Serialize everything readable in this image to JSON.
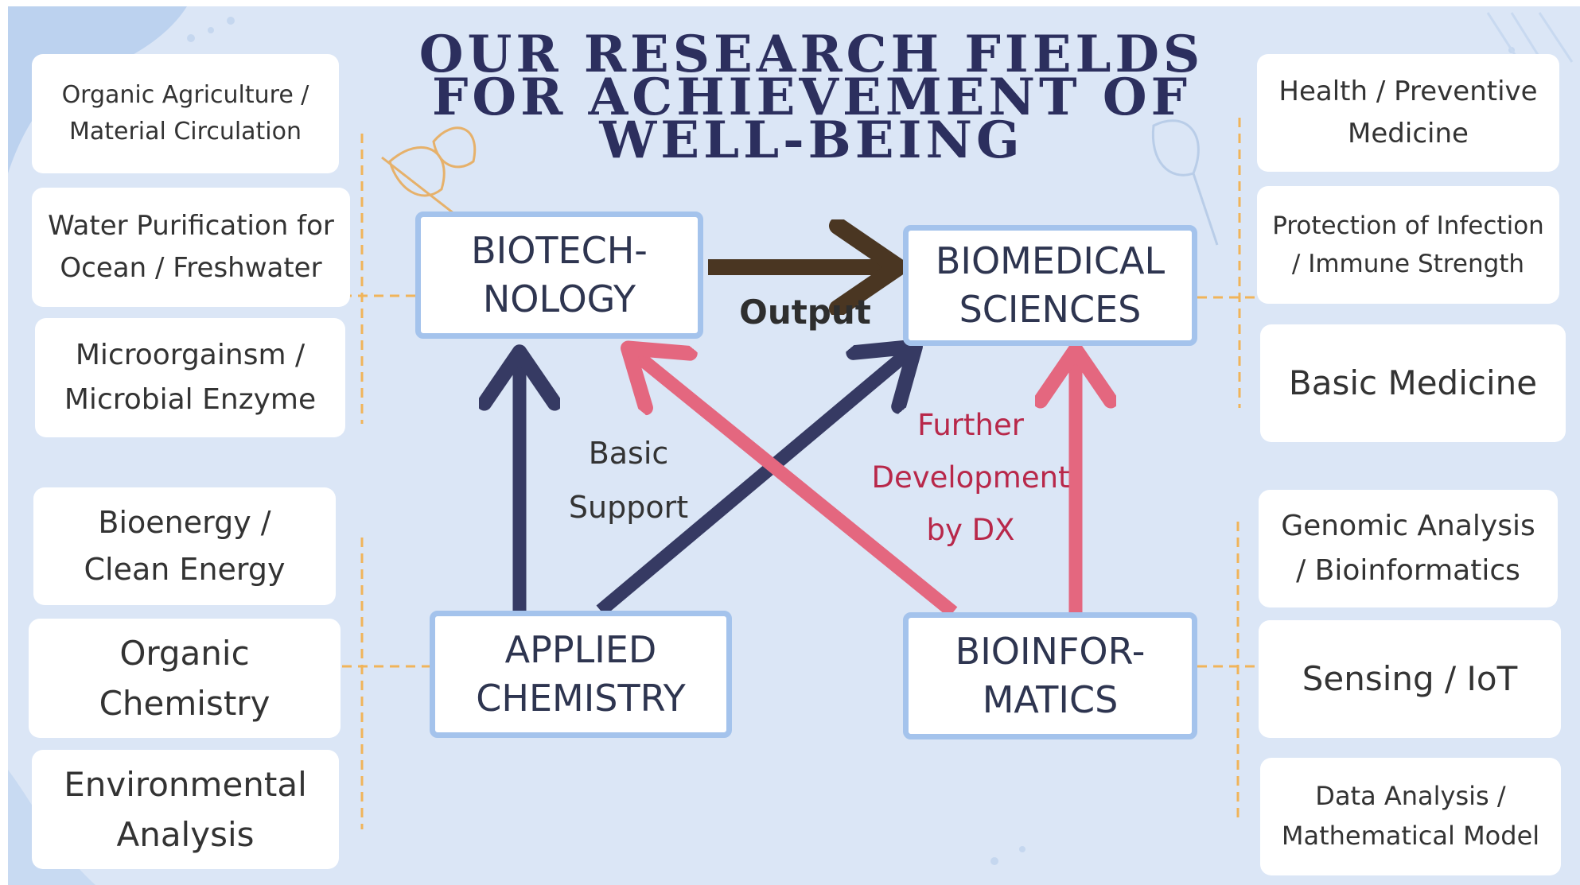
{
  "title": {
    "line1": "OUR RESEARCH FIELDS",
    "line2": "FOR ACHIEVEMENT OF",
    "line3": "WELL-BEING"
  },
  "main_nodes": {
    "biotechnology": "BIOTECH-\nNOLOGY",
    "biomedical": "BIOMEDICAL\nSCIENCES",
    "applied_chemistry": "APPLIED\nCHEMISTRY",
    "bioinformatics": "BIOINFOR-\nMATICS"
  },
  "arrow_labels": {
    "output": "Output",
    "basic_support": "Basic\nSupport",
    "further_development": "Further\nDevelopment\nby DX"
  },
  "left_fields": {
    "biotech_group": [
      "Organic Agriculture /\nMaterial Circulation",
      "Water Purification for\nOcean / Freshwater",
      "Microorgainsm /\nMicrobial Enzyme"
    ],
    "chemistry_group": [
      "Bioenergy /\nClean Energy",
      "Organic\nChemistry",
      "Environmental\nAnalysis"
    ]
  },
  "right_fields": {
    "biomedical_group": [
      "Health / Preventive\nMedicine",
      "Protection of Infection\n/ Immune Strength",
      "Basic Medicine"
    ],
    "bioinformatics_group": [
      "Genomic Analysis\n/ Bioinformatics",
      "Sensing / IoT",
      "Data Analysis /\nMathematical Model"
    ]
  },
  "colors": {
    "background": "#dbe6f6",
    "title": "#2c2f5e",
    "node_border": "#a4c3ec",
    "output_arrow": "#4a3622",
    "support_arrow": "#363a63",
    "development_arrow": "#e4677f",
    "connector": "#f0b45a",
    "development_text": "#b8284a"
  }
}
